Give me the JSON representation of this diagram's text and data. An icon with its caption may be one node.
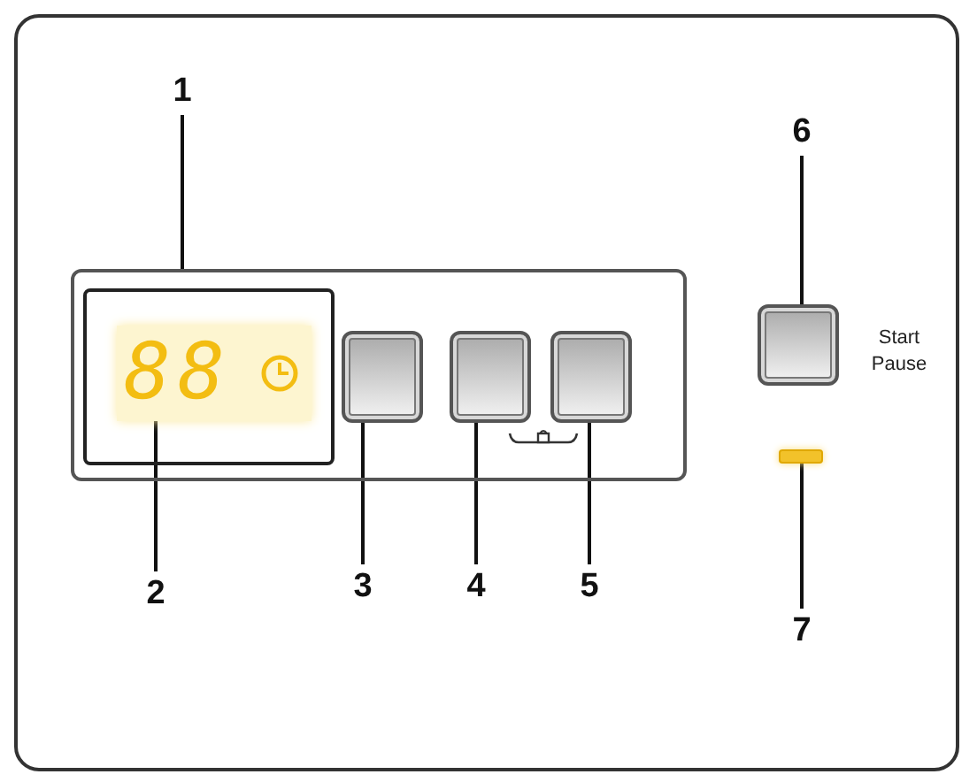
{
  "diagram": {
    "nodes": [
      {
        "text": [
          "1"
        ]
      },
      {
        "text": [],
        "shape": "box"
      },
      {
        "text": [
          "2"
        ]
      },
      {
        "text": [
          "88"
        ],
        "in": 1
      },
      {
        "text": [
          "3"
        ]
      },
      {
        "text": [],
        "shape": "box",
        "in": 1
      },
      {
        "text": [
          "4"
        ]
      },
      {
        "text": [],
        "shape": "box",
        "in": 1
      },
      {
        "text": [
          "5"
        ]
      },
      {
        "text": [],
        "shape": "box",
        "in": 1
      },
      {
        "text": [
          "6"
        ]
      },
      {
        "text": [],
        "shape": "box",
        "beside": [
          "Start Pause"
        ]
      },
      {
        "text": [
          "7"
        ]
      },
      {
        "text": [],
        "shape": "bar"
      }
    ],
    "edges": [
      {
        "from": 0,
        "to": 1,
        "arrow": "none"
      },
      {
        "from": 2,
        "to": 3,
        "arrow": "none"
      },
      {
        "from": 4,
        "to": 5,
        "arrow": "none"
      },
      {
        "from": 6,
        "to": 7,
        "arrow": "none"
      },
      {
        "from": 8,
        "to": 9,
        "arrow": "none"
      },
      {
        "from": 10,
        "to": 11,
        "arrow": "none"
      },
      {
        "from": 12,
        "to": 13,
        "arrow": "none"
      }
    ]
  }
}
